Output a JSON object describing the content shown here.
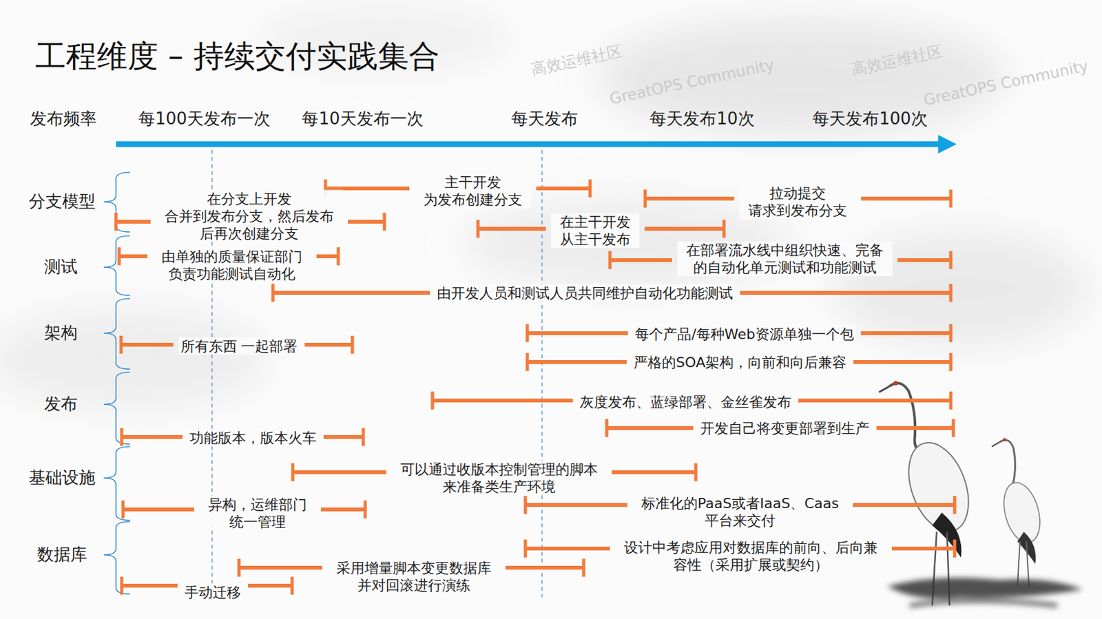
{
  "diagram": {
    "title": "工程维度 – 持续交付实践集合",
    "labels": [
      "发布频率",
      "每100天发布一次",
      "每10天发布一次",
      "每天发布",
      "每天发布10次",
      "每天发布100次",
      "分支模型",
      "在分支上开发 合并到发布分支，然后发布 后再次创建分支",
      "主干开发 为发布创建分支",
      "在主干开发 从主干发布",
      "拉动提交 请求到发布分支",
      "测试",
      "由单独的质量保证部门 负责功能测试自动化",
      "在部署流水线中组织快速、完备 的自动化单元测试和功能测试",
      "由开发人员和测试人员共同维护自动化功能测试",
      "架构",
      "每个产品/每种Web资源单独一个包",
      "所有东西 一起部署",
      "严格的SOA架构，向前和向后兼容",
      "发布",
      "灰度发布、蓝绿部署、金丝雀发布",
      "开发自己将变更部署到生产",
      "功能版本，版本火车",
      "基础设施",
      "可以通过收版本控制管理的脚本 来准备类生产环境",
      "异构，运维部门 统一管理",
      "标准化的PaaS或者IaaS、Caas 平台来交付",
      "数据库",
      "设计中考虑应用对数据库的前向、后向兼 容性（采用扩展或契约）",
      "采用增量脚本变更数据库 并对回滚进行演练",
      "手动迁移",
      "高效运维社区",
      "GreatOPS Community",
      "高效运维社区",
      "GreatOPS Community"
    ]
  }
}
